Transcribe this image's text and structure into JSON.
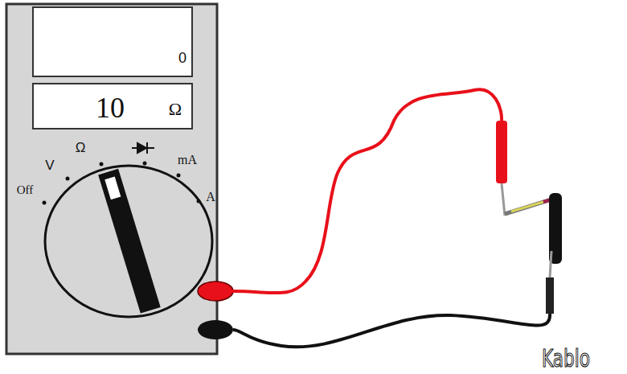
{
  "diagram": {
    "nodes": [
      {
        "text": [
          "0"
        ]
      },
      {
        "text": [
          "10",
          "Ω"
        ]
      }
    ],
    "labels": [
      "V",
      "Ω",
      "mA",
      "Off",
      "A",
      "Kablo"
    ]
  }
}
